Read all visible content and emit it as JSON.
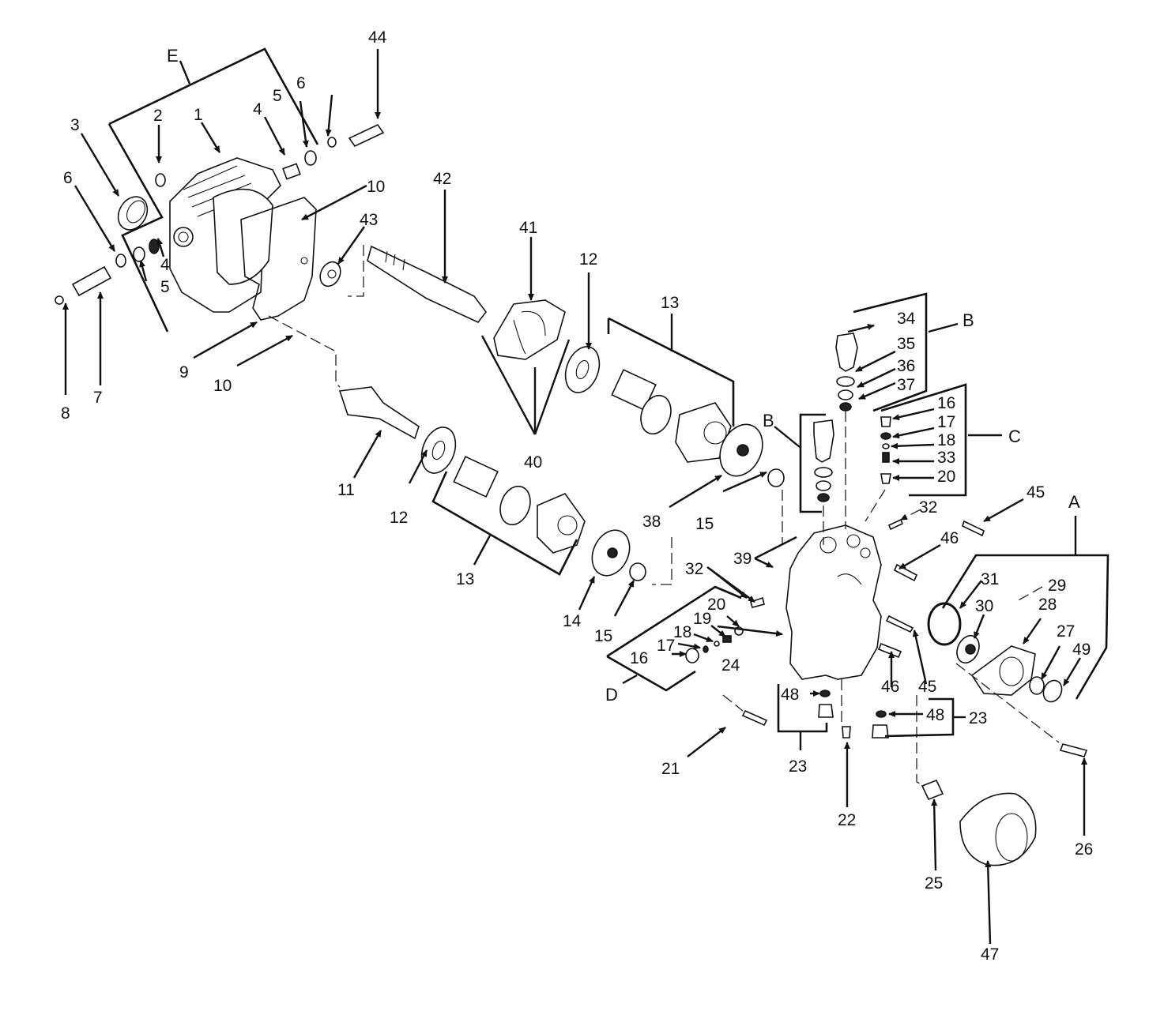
{
  "diagram": {
    "type": "exploded-parts-view",
    "subject": "hydrostatic pump/motor assembly",
    "groups": [
      {
        "letter": "A",
        "items": [
          "27",
          "28",
          "29",
          "30",
          "31",
          "49"
        ]
      },
      {
        "letter": "B",
        "items": [
          "34",
          "35",
          "36",
          "37"
        ]
      },
      {
        "letter": "C",
        "items": [
          "16",
          "17",
          "18",
          "33",
          "20"
        ]
      },
      {
        "letter": "D",
        "items": [
          "16",
          "17",
          "18",
          "19",
          "20"
        ]
      },
      {
        "letter": "E",
        "items": [
          "2",
          "3",
          "4",
          "5",
          "6"
        ]
      }
    ],
    "group_labels": {
      "A": "A",
      "B_top": "B",
      "B_left": "B",
      "C": "C",
      "D": "D",
      "E": "E"
    },
    "callouts": {
      "c1": "1",
      "c2": "2",
      "c3": "3",
      "c4a": "4",
      "c4b": "4",
      "c5a": "5",
      "c5b": "5",
      "c6a": "6",
      "c6b": "6",
      "c7": "7",
      "c8": "8",
      "c9": "9",
      "c10a": "10",
      "c10b": "10",
      "c11": "11",
      "c12a": "12",
      "c12b": "12",
      "c13a": "13",
      "c13b": "13",
      "c14": "14",
      "c15a": "15",
      "c15b": "15",
      "c16a": "16",
      "c16b": "16",
      "c17a": "17",
      "c17b": "17",
      "c18a": "18",
      "c18b": "18",
      "c19": "19",
      "c20a": "20",
      "c20b": "20",
      "c21": "21",
      "c22": "22",
      "c23a": "23",
      "c23b": "23",
      "c24": "24",
      "c25": "25",
      "c26": "26",
      "c27": "27",
      "c28": "28",
      "c29": "29",
      "c30": "30",
      "c31": "31",
      "c32a": "32",
      "c32b": "32",
      "c33": "33",
      "c34": "34",
      "c35": "35",
      "c36": "36",
      "c37": "37",
      "c38": "38",
      "c39": "39",
      "c40": "40",
      "c41": "41",
      "c42": "42",
      "c43": "43",
      "c44": "44",
      "c45a": "45",
      "c45b": "45",
      "c46a": "46",
      "c46b": "46",
      "c47": "47",
      "c48a": "48",
      "c48b": "48",
      "c49": "49"
    }
  }
}
